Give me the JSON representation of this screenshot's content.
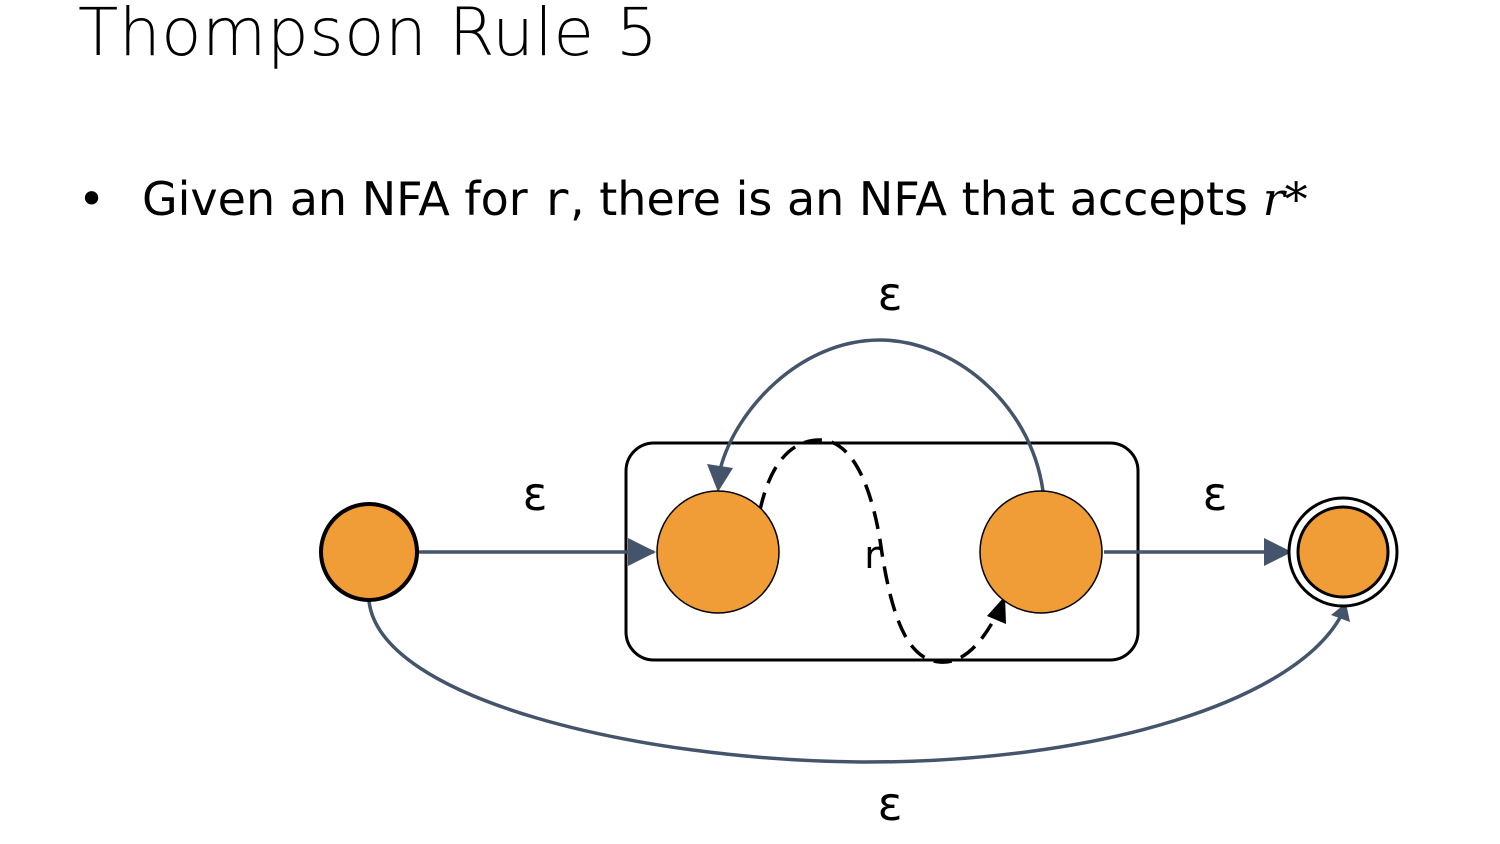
{
  "slide": {
    "title": "Thompson Rule 5",
    "bullet": {
      "marker": "•",
      "text_before": "Given an NFA for ",
      "code_var": "r",
      "text_middle": ", there is an NFA that accepts ",
      "math_expr": "r*"
    }
  },
  "diagram": {
    "colors": {
      "state_fill": "#F09D38",
      "edge": "#44546A",
      "outline": "#000000"
    },
    "labels": {
      "eps_top": "ε",
      "eps_left": "ε",
      "eps_right": "ε",
      "eps_bottom": "ε",
      "inner_r": "r"
    }
  }
}
